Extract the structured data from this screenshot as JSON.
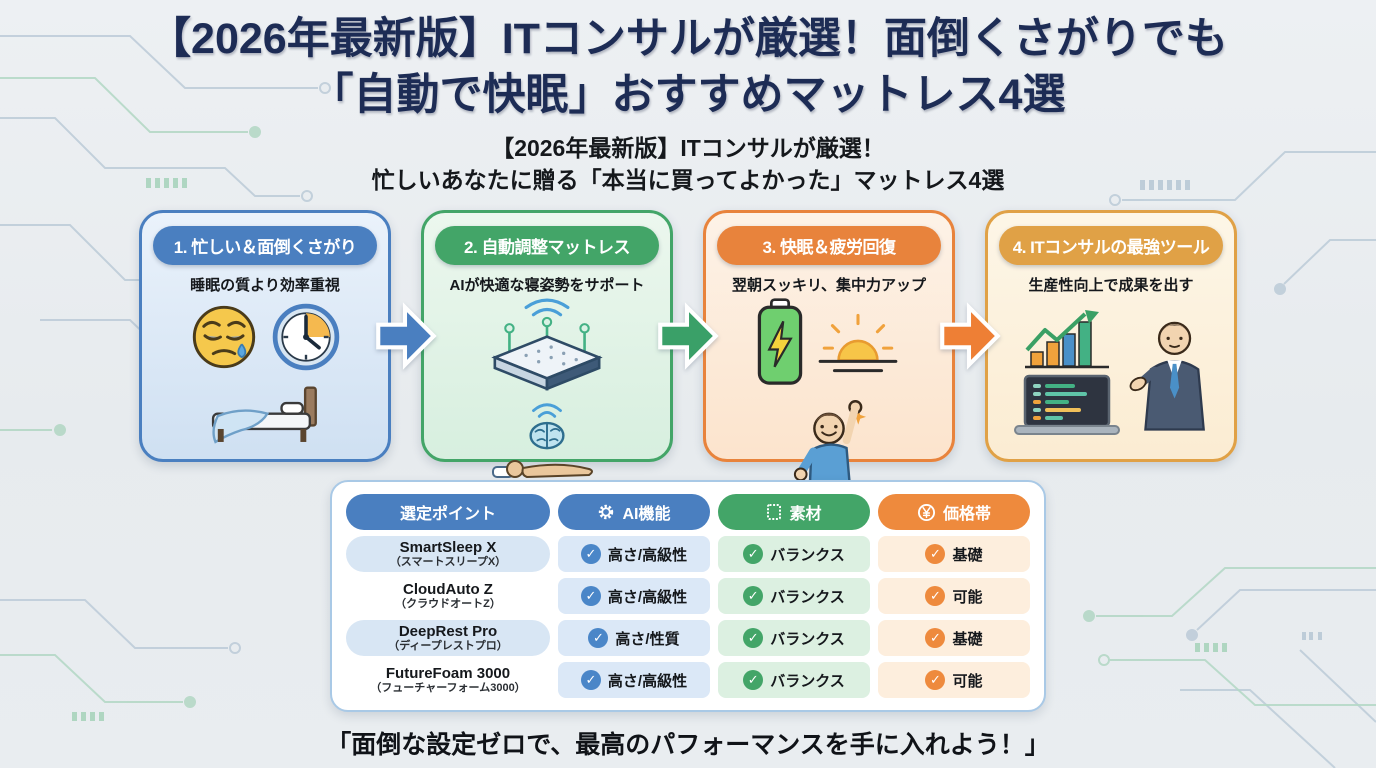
{
  "title": {
    "line1": "【2026年最新版】ITコンサルが厳選！面倒くさがりでも",
    "line2": "「自動で快眠」おすすめマットレス4選"
  },
  "subtitle": {
    "line1": "【2026年最新版】ITコンサルが厳選！",
    "line2": "忙しいあなたに贈る「本当に買ってよかった」マットレス4選"
  },
  "steps": [
    {
      "label": "1. 忙しい＆面倒くさがり",
      "description": "睡眠の質より効率重視",
      "accent_color": "#4a7fc0",
      "icons": [
        "sad-tired-face",
        "clock",
        "messy-bed"
      ]
    },
    {
      "label": "2. 自動調整マットレス",
      "description": "AIが快適な寝姿勢をサポート",
      "accent_color": "#43a568",
      "icons": [
        "smart-mattress-wifi",
        "brain-wifi",
        "sleeping-person"
      ]
    },
    {
      "label": "3. 快眠＆疲労回復",
      "description": "翌朝スッキリ、集中力アップ",
      "accent_color": "#e8833c",
      "icons": [
        "charged-battery",
        "sunrise",
        "cheering-person"
      ]
    },
    {
      "label": "4. ITコンサルの最強ツール",
      "description": "生産性向上で成果を出す",
      "accent_color": "#e0a146",
      "icons": [
        "growth-chart",
        "laptop-code",
        "consultant"
      ]
    }
  ],
  "arrows": [
    {
      "color": "#4a7fc0"
    },
    {
      "color": "#3aa068"
    },
    {
      "color": "#ee7f35"
    }
  ],
  "table": {
    "header": [
      {
        "label": "選定ポイント",
        "color": "#4a7fc0"
      },
      {
        "label": "AI機能",
        "icon": "gear-icon",
        "color": "#4a7fc0"
      },
      {
        "label": "素材",
        "icon": "fabric-icon",
        "color": "#43a568"
      },
      {
        "label": "価格帯",
        "icon": "yen-icon",
        "color": "#ee8a3d"
      }
    ],
    "rows": [
      {
        "name": "SmartSleep X",
        "reading": "（スマートスリープX）",
        "ai": "高さ/高級性",
        "material": "バランクス",
        "price": "基礎"
      },
      {
        "name": "CloudAuto Z",
        "reading": "（クラウドオートZ）",
        "ai": "高さ/高級性",
        "material": "バランクス",
        "price": "可能"
      },
      {
        "name": "DeepRest Pro",
        "reading": "（ディープレストプロ）",
        "ai": "高さ/性質",
        "material": "バランクス",
        "price": "基礎"
      },
      {
        "name": "FutureFoam 3000",
        "reading": "（フューチャーフォーム3000）",
        "ai": "高さ/高級性",
        "material": "バランクス",
        "price": "可能"
      }
    ]
  },
  "footer": {
    "quote": "「面倒な設定ゼロで、最高のパフォーマンスを手に入れよう！」"
  },
  "colors": {
    "background": "#e9edf0",
    "title_navy": "#1d2c55",
    "circuit_blue": "#bccbd8",
    "circuit_green": "#b5d8c6",
    "table_border": "#a9c9e6"
  }
}
